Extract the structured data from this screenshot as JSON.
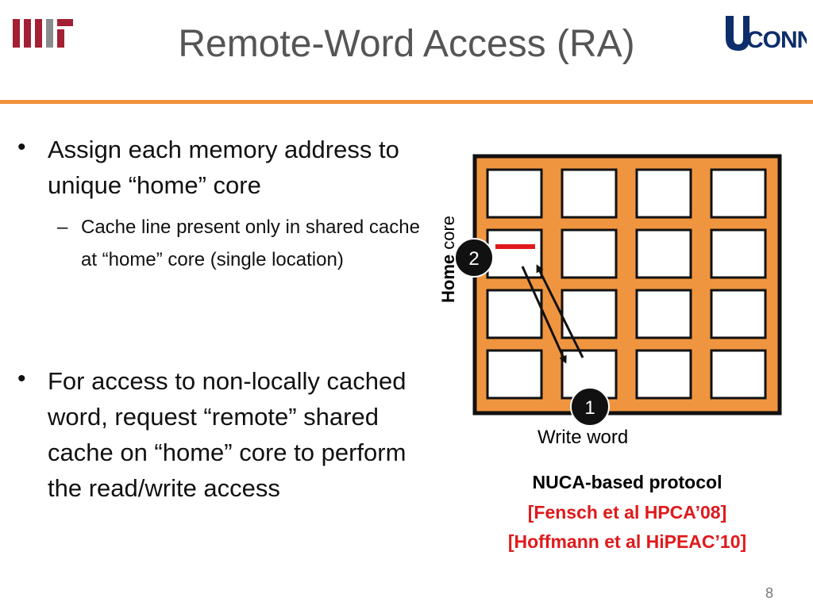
{
  "slide": {
    "title": "Remote-Word Access (RA)",
    "page_number": "8"
  },
  "logos": {
    "left": "MIT",
    "right": "UConn"
  },
  "bullets": [
    {
      "text": "Assign each memory address to unique “home” core",
      "sub": "Cache line present only in shared cache at “home” core (single location)"
    },
    {
      "text": "For access to non-locally cached word, request “remote” shared cache on “home” core to perform the read/write access"
    }
  ],
  "diagram": {
    "home_label_bold": "Home",
    "home_label_rest": " core",
    "marker_home": "2",
    "marker_write": "1",
    "write_label": "Write word",
    "colors": {
      "chip": "#f0953f",
      "border": "#111111",
      "cache_line": "#e0191c",
      "tile": "#ffffff"
    }
  },
  "caption": {
    "line1": "NUCA-based protocol",
    "line2": "[Fensch et al HPCA’08]",
    "line3": "[Hoffmann et al HiPEAC’10]"
  }
}
